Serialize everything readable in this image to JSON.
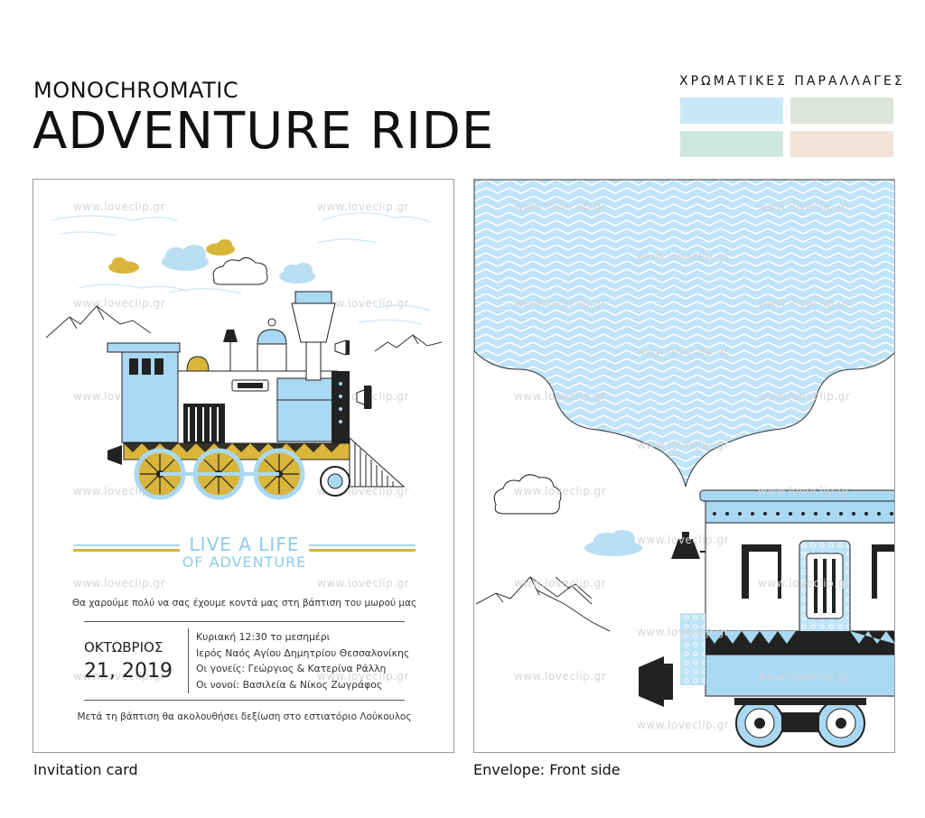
{
  "header": {
    "subtitle": "MONOCHROMATIC",
    "title": "ADVENTURE RIDE"
  },
  "palette": {
    "title": "ΧΡΩΜΑΤΙΚΕΣ  ΠΑΡΑΛΛΑΓΕΣ",
    "swatches": [
      "#c8e8f7",
      "#dfe5dc",
      "#cde8e0",
      "#f1e3d6"
    ]
  },
  "colors": {
    "accent_blue": "#a9d8f3",
    "gold": "#d8b23a",
    "ink": "#1a1a1a"
  },
  "watermark": "www.loveclip.gr",
  "invitation": {
    "headline_line1": "LIVE A LIFE",
    "headline_line2": "OF ADVENTURE",
    "message": "Θα χαρούμε πολύ να σας έχουμε κοντά μας στη βάπτιση του μωρού μας",
    "month": "ΟΚΤΩΒΡΙΟΣ",
    "date": "21, 2019",
    "details": [
      "Κυριακή 12:30 το μεσημέρι",
      "Ιερός Ναός Αγίου Δημητρίου  Θεσσαλονίκης",
      "Οι γονείς: Γεώργιος & Κατερίνα Ράλλη",
      "Οι νονοί: Βασιλεία & Νίκος Ζωγράφος"
    ],
    "footer": "Μετά τη βάπτιση θα ακολουθήσει δεξίωση στο εστιατόριο Λούκουλος"
  },
  "captions": {
    "card": "Invitation card",
    "envelope": "Envelope: Front side"
  },
  "illustrations": {
    "card_icon": "steam-locomotive-icon",
    "envelope_icon": "train-carriage-icon"
  }
}
